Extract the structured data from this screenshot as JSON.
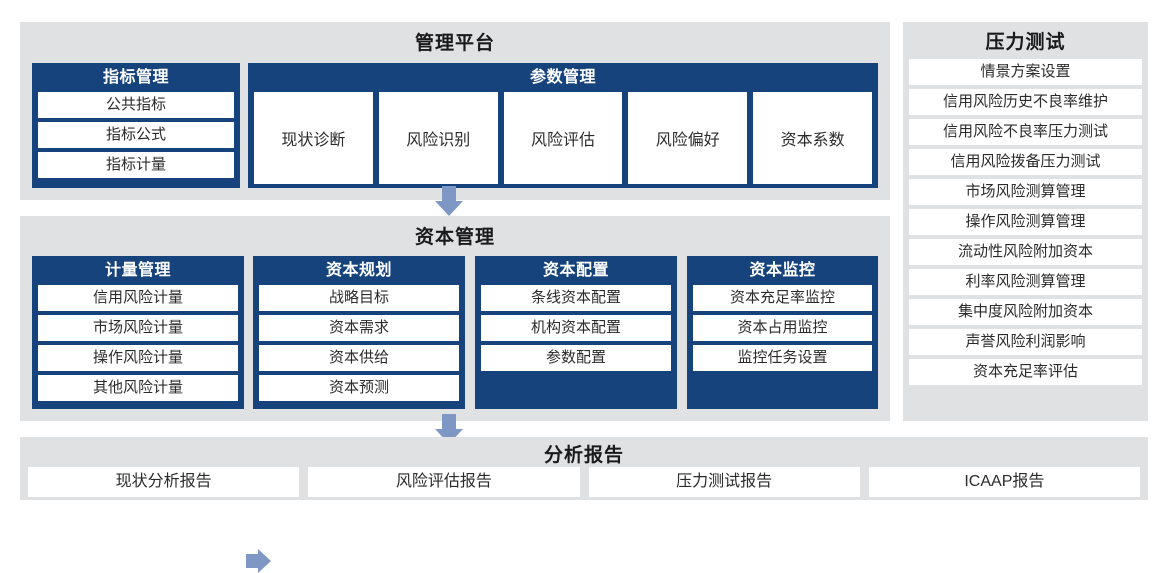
{
  "platform": {
    "title": "管理平台",
    "indicator_group": {
      "title": "指标管理",
      "items": [
        "公共指标",
        "指标公式",
        "指标计量"
      ]
    },
    "parameter_group": {
      "title": "参数管理",
      "cards": [
        "现状诊断",
        "风险识别",
        "风险评估",
        "风险偏好",
        "资本系数"
      ]
    }
  },
  "capital": {
    "title": "资本管理",
    "groups": [
      {
        "title": "计量管理",
        "items": [
          "信用风险计量",
          "市场风险计量",
          "操作风险计量",
          "其他风险计量"
        ]
      },
      {
        "title": "资本规划",
        "items": [
          "战略目标",
          "资本需求",
          "资本供给",
          "资本预测"
        ]
      },
      {
        "title": "资本配置",
        "items": [
          "条线资本配置",
          "机构资本配置",
          "参数配置"
        ]
      },
      {
        "title": "资本监控",
        "items": [
          "资本充足率监控",
          "资本占用监控",
          "监控任务设置"
        ]
      }
    ]
  },
  "stress": {
    "title": "压力测试",
    "items": [
      "情景方案设置",
      "信用风险历史不良率维护",
      "信用风险不良率压力测试",
      "信用风险拨备压力测试",
      "市场风险测算管理",
      "操作风险测算管理",
      "流动性风险附加资本",
      "利率风险测算管理",
      "集中度风险附加资本",
      "声誉风险利润影响",
      "资本充足率评估"
    ]
  },
  "report": {
    "title": "分析报告",
    "tiles": [
      "现状分析报告",
      "风险评估报告",
      "压力测试报告",
      "ICAAP报告"
    ]
  },
  "arrows": {
    "platform_to_capital": "arrow-down-icon",
    "measure_to_planning": "arrow-right-icon",
    "capital_to_report": "arrow-down-icon"
  },
  "colors": {
    "panel_bg": "#e0e1e3",
    "group_blue": "#16437c",
    "arrow_blue": "#7f97c4",
    "tile_white": "#ffffff",
    "text_dark": "#1a1a1a"
  }
}
